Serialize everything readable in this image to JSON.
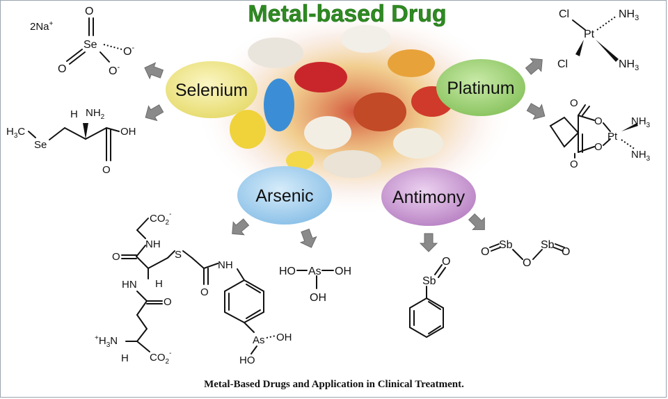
{
  "title": "Metal-based Drug",
  "caption": "Metal-Based Drugs and Application in Clinical Treatment.",
  "colors": {
    "title": "#2e8b22",
    "selenium": "#f3ec9a",
    "platinum": "#a7d77e",
    "arsenic": "#a9d3ef",
    "antimony": "#d2a6d9",
    "arrow": "#8a8a8a"
  },
  "elements": {
    "selenium": "Selenium",
    "platinum": "Platinum",
    "arsenic": "Arsenic",
    "antimony": "Antimony"
  },
  "selenite": {
    "counterion": "2Na",
    "sup": "+",
    "se": "Se",
    "o1": "O",
    "o2": "O",
    "o3": "O",
    "minus": "-"
  },
  "selenomethionine": {
    "h3c": "H",
    "h3c_sub": "3",
    "h3c_c": "C",
    "se": "Se",
    "nh2": "NH",
    "nh2_sub": "2",
    "h": "H",
    "oh": "OH",
    "o": "O"
  },
  "cisplatin": {
    "cl1": "Cl",
    "cl2": "Cl",
    "pt": "Pt",
    "nh3a": "NH",
    "nh3b": "NH",
    "sub": "3"
  },
  "carboplatin": {
    "o1": "O",
    "o2": "O",
    "o3": "O",
    "o4": "O",
    "pt": "Pt",
    "nh3a": "NH",
    "nh3b": "NH",
    "sub": "3"
  },
  "darinaparsin": {
    "co2": "CO",
    "co2_sub": "2",
    "minus": "-",
    "nh1": "NH",
    "o1": "O",
    "s": "S",
    "nh2": "NH",
    "hn": "HN",
    "h": "H",
    "o2": "O",
    "o3": "O",
    "nh3": "H",
    "nh3_sub": "3",
    "nh3_n": "N",
    "plus": "+",
    "h2": "H",
    "co2b": "CO",
    "as": "As",
    "oh1": "OH",
    "ho": "HO"
  },
  "arsenous": {
    "ho": "HO",
    "as": "As",
    "oh1": "OH",
    "oh2": "OH"
  },
  "phenylstibine": {
    "sb": "Sb",
    "o": "O"
  },
  "antimonytrioxide": {
    "o1": "O",
    "sb1": "Sb",
    "o2": "O",
    "sb2": "Sb",
    "o3": "O"
  }
}
